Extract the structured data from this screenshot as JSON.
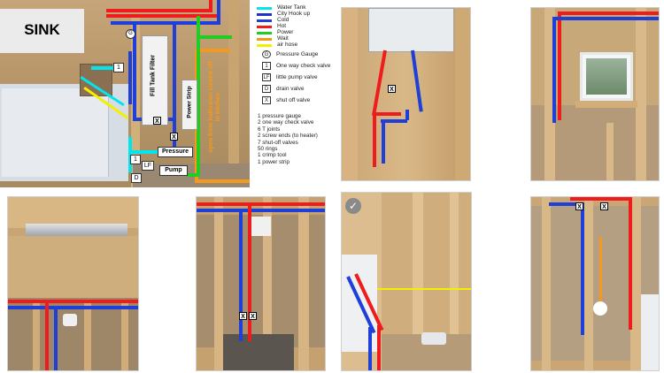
{
  "diagram": {
    "title": "SINK",
    "labels": {
      "fill_tank_filter": "Fill Tank Filter",
      "power_strip": "Power Strip",
      "pressure": "Pressure",
      "pump": "Pump",
      "open_note": "open from bathroom closed off in kitchen",
      "lf": "LF",
      "num1": "1",
      "g": "G",
      "d": "D",
      "x": "X"
    },
    "legend": [
      {
        "color": "#00e5ee",
        "label": "Water Tank"
      },
      {
        "color": "#2030d0",
        "label": "City Hook up"
      },
      {
        "color": "#1e3fd8",
        "label": "Cold"
      },
      {
        "color": "#ee1c1c",
        "label": "Hot"
      },
      {
        "color": "#22cc22",
        "label": "Power"
      },
      {
        "color": "#f39a1e",
        "label": "Wait"
      },
      {
        "color": "#f0f000",
        "label": "air hose"
      }
    ],
    "symbols": [
      {
        "sym": "G",
        "label": "Pressure Gauge"
      },
      {
        "sym": "1",
        "label": "One way check valve"
      },
      {
        "sym": "LF",
        "label": "little pump valve"
      },
      {
        "sym": "D",
        "label": "drain valve"
      },
      {
        "sym": "X",
        "label": "shut off valve"
      }
    ],
    "parts_list": [
      "1 pressure gauge",
      "2 one way check valve",
      "6 T joints",
      "2 screw ends (to heater)",
      "7 shut-off valves",
      "50 rings",
      "1 crimp tool",
      "1 power strip"
    ]
  },
  "photos": {
    "x_mark": "X",
    "check_icon": "✓"
  }
}
